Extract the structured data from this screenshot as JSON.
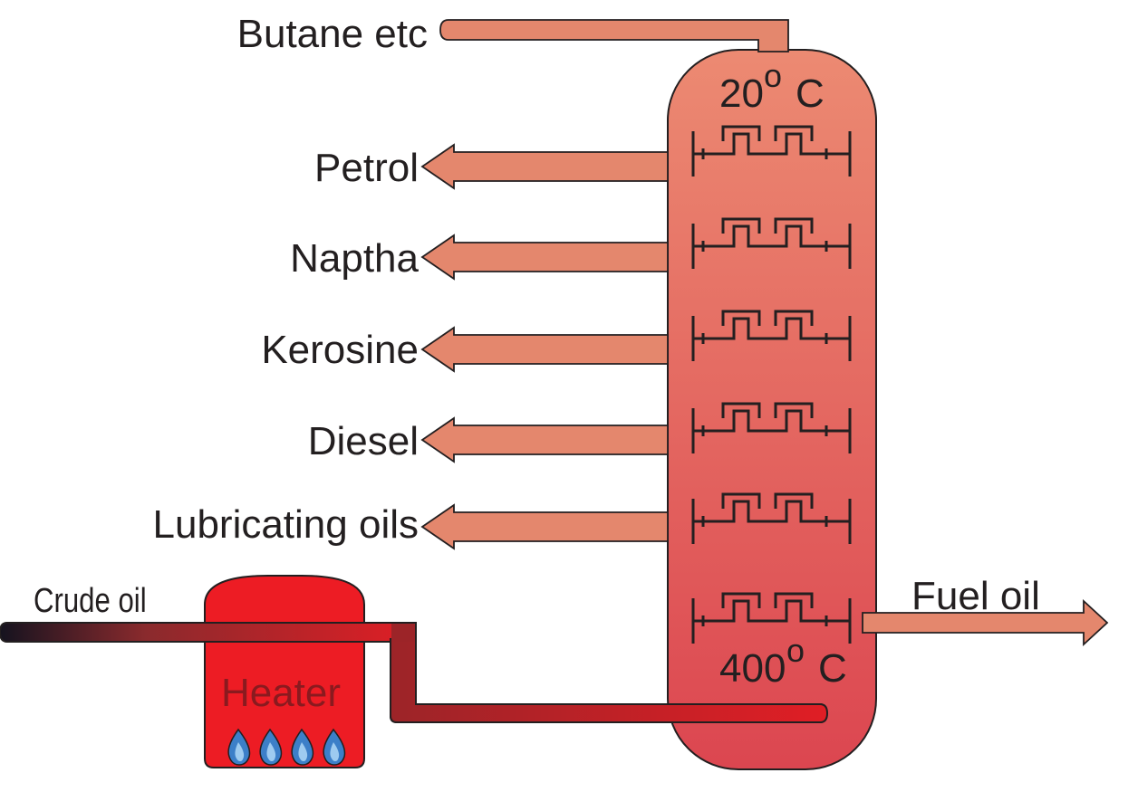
{
  "products": {
    "butane": "Butane etc",
    "petrol": "Petrol",
    "naptha": "Naptha",
    "kerosine": "Kerosine",
    "diesel": "Diesel",
    "lubricating_oils": "Lubricating oils",
    "fuel_oil": "Fuel oil"
  },
  "input": {
    "crude_oil": "Crude oil",
    "heater": "Heater"
  },
  "temperatures": {
    "top_value": "20",
    "bottom_value": "400",
    "degree": "o",
    "unit": "C"
  },
  "colors": {
    "pipe": "#e4876d",
    "column_top": "#ec8a72",
    "column_bottom": "#dc4650",
    "heater": "#ed1c24",
    "flame": "#3c7fc8",
    "ink": "#231f20"
  },
  "icons": [
    "flame-icon",
    "arrow-left-icon",
    "arrow-right-icon",
    "bubble-cap-tray-icon"
  ]
}
